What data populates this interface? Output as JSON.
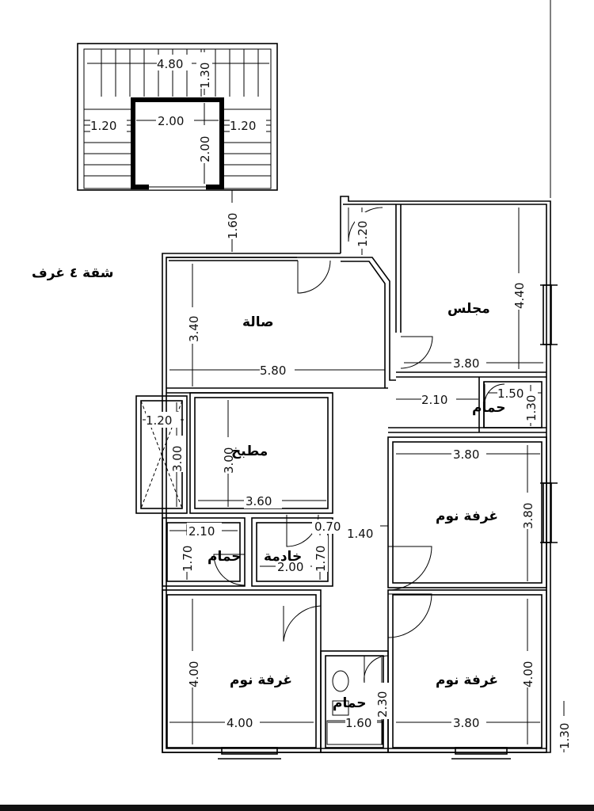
{
  "title": "شقة ٤ غرف",
  "rooms": {
    "salla": "صالة",
    "majlis": "مجلس",
    "kitchen": "مطبخ",
    "bed1": "غرفة نوم",
    "bed2": "غرفة نوم",
    "bed3": "غرفة نوم",
    "bath1": "حمام",
    "bath2": "حمام",
    "bath3": "حمام",
    "maid": "خادمة"
  },
  "dims": {
    "stair_w": "4.80",
    "stair_top": "1.30",
    "stair_left": "1.20",
    "core_w": "2.00",
    "core_h": "2.00",
    "stair_right": "1.20",
    "gap": "1.60",
    "salla_w": "5.80",
    "salla_h": "3.40",
    "door_120": "1.20",
    "majlis_h": "4.40",
    "majlis_w": "3.80",
    "hall_w": "2.10",
    "bath_w": "1.50",
    "bath_h": "1.30",
    "shaft_w": "1.20",
    "shaft_h": "3.00",
    "kitchen_h": "3.00",
    "kitchen_w": "3.60",
    "bed_w": "3.80",
    "bed_h": "3.80",
    "bath1_w": "2.10",
    "bath1_h": "1.70",
    "maid_d": "0.70",
    "maid_w": "2.00",
    "maid_d2": "1.70",
    "corr_w": "1.40",
    "bed2_h": "4.00",
    "bed2_w": "4.00",
    "bath3_w": "1.60",
    "bath3_h": "2.30",
    "bed3_w": "3.80",
    "bed3_h": "4.00",
    "side_gap": "1.30"
  }
}
